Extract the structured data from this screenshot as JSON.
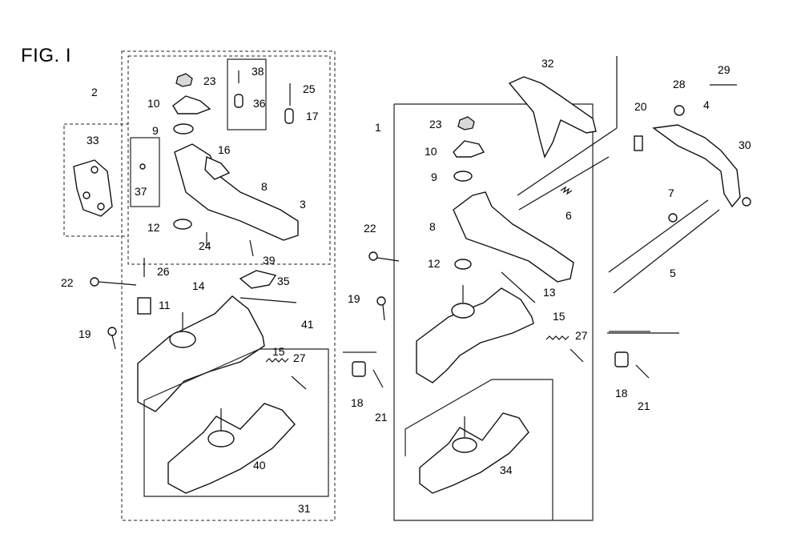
{
  "figure": {
    "title": "FIG. I"
  },
  "callouts": {
    "left_assembly": [
      "2",
      "33",
      "37",
      "23",
      "10",
      "9",
      "16",
      "38",
      "36",
      "25",
      "17",
      "8",
      "3",
      "12",
      "24",
      "39",
      "26",
      "35",
      "22",
      "11",
      "14",
      "41",
      "19",
      "15",
      "27",
      "40",
      "31"
    ],
    "right_assembly": [
      "1",
      "23",
      "10",
      "9",
      "8",
      "22",
      "12",
      "19",
      "13",
      "15",
      "27",
      "18",
      "21",
      "34",
      "32",
      "6",
      "29",
      "28",
      "20",
      "4",
      "30",
      "7",
      "5",
      "18",
      "21"
    ]
  }
}
